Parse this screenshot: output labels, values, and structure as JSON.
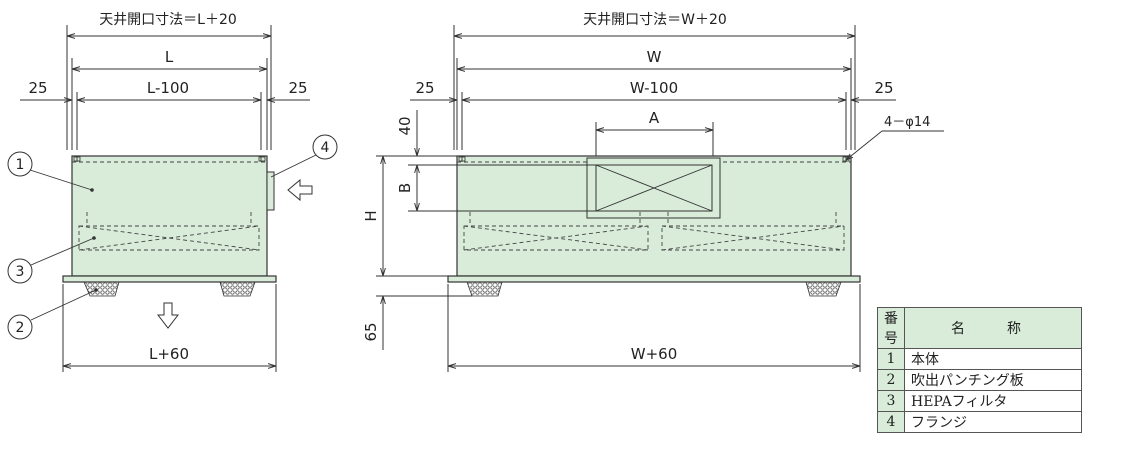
{
  "left_view": {
    "opening_label": "天井開口寸法＝L＋20",
    "dim_L": "L",
    "dim_L100": "L-100",
    "dim_25_left": "25",
    "dim_25_right": "25",
    "dim_L60": "L+60",
    "callouts": [
      "1",
      "4",
      "3",
      "2"
    ]
  },
  "right_view": {
    "opening_label": "天井開口寸法＝W＋20",
    "dim_W": "W",
    "dim_W100": "W-100",
    "dim_25_left": "25",
    "dim_25_right": "25",
    "dim_A": "A",
    "dim_B": "B",
    "dim_H": "H",
    "dim_40": "40",
    "dim_65": "65",
    "dim_W60": "W+60",
    "hole_label": "4－φ14"
  },
  "parts_table": {
    "header_no": "番号",
    "header_name": "名　称",
    "rows": [
      {
        "no": "1",
        "name": "本体"
      },
      {
        "no": "2",
        "name": "吹出パンチング板"
      },
      {
        "no": "3",
        "name": "HEPAフィルタ"
      },
      {
        "no": "4",
        "name": "フランジ"
      }
    ]
  },
  "colors": {
    "body_fill": "#d8ecd9",
    "line": "#333333"
  }
}
